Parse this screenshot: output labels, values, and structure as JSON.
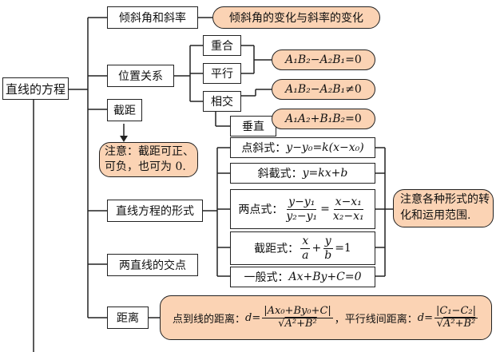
{
  "root": "直线的方程",
  "branches": {
    "incline": {
      "label": "倾斜角和斜率",
      "note": "倾斜角的变化与斜率的变化"
    },
    "position": {
      "label": "位置关系",
      "cases": [
        "重合",
        "平行",
        "相交",
        "垂直"
      ],
      "conditions": {
        "coincide_parallel": {
          "lhs": "A₁B₂−A₂B₁",
          "rel": "=",
          "rhs": "0"
        },
        "intersect": {
          "lhs": "A₁B₂−A₂B₁",
          "rel": "≠",
          "rhs": "0"
        },
        "perpendicular": {
          "lhs": "A₁A₂+B₁B₂",
          "rel": "=",
          "rhs": "0"
        }
      }
    },
    "intercept": {
      "label": "截距",
      "note_line1": "注意：截距可正、",
      "note_line2": "可负，也可为 0."
    },
    "forms": {
      "label": "直线方程的形式",
      "point_slope": {
        "name": "点斜式：",
        "formula": "y−y₀=k(x−x₀)"
      },
      "slope_intercept": {
        "name": "斜截式：",
        "formula": "y=kx+b"
      },
      "two_point": {
        "name": "两点式：",
        "left_num": "y−y₁",
        "left_den": "y₂−y₁",
        "right_num": "x−x₁",
        "right_den": "x₂−x₁"
      },
      "intercept_form": {
        "name": "截距式：",
        "x_num": "x",
        "x_den": "a",
        "y_num": "y",
        "y_den": "b",
        "rhs": "=1"
      },
      "general": {
        "name": "一般式：",
        "formula": "Ax+By+C=0"
      },
      "note_line1": "注意各种形式的转",
      "note_line2": "化和运用范围."
    },
    "intersection": {
      "label": "两直线的交点"
    },
    "distance": {
      "label": "距离",
      "point_line_name": "点到线的距离：",
      "point_line_num": "|Ax₀+By₀+C|",
      "point_line_den": "A²+B²",
      "parallel_name": "，平行线间距离：",
      "parallel_num": "|C₁−C₂|",
      "parallel_den": "A²+B²",
      "d_eq": "d="
    }
  }
}
